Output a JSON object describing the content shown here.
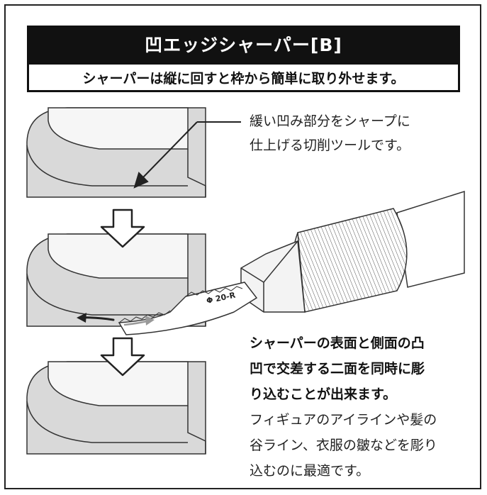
{
  "title": "凹エッジシャーパー[B]",
  "subtitle": "シャーパーは縦に回すと枠から簡単に取り外せます。",
  "note_top": [
    "緩い凹み部分をシャープに",
    "仕上げる切削ツールです。"
  ],
  "blade_label": "Φ 20-R",
  "description_bold": [
    "シャーパーの表面と側面の凸",
    "凹で交差する二面を同時に彫",
    "り込むことが出来ます。"
  ],
  "description_normal": [
    "フィギュアのアイラインや髪の",
    "谷ライン、衣服の皺などを彫り",
    "込むのに最適です。"
  ],
  "colors": {
    "title_bg": "#111111",
    "title_text": "#ffffff",
    "stroke": "#333333",
    "block_top": "#f6f6f6",
    "block_side": "#d9d9d9"
  },
  "icons": [
    "down-arrow-icon",
    "rotate-arrow-icon",
    "pointer-arrow-icon"
  ]
}
